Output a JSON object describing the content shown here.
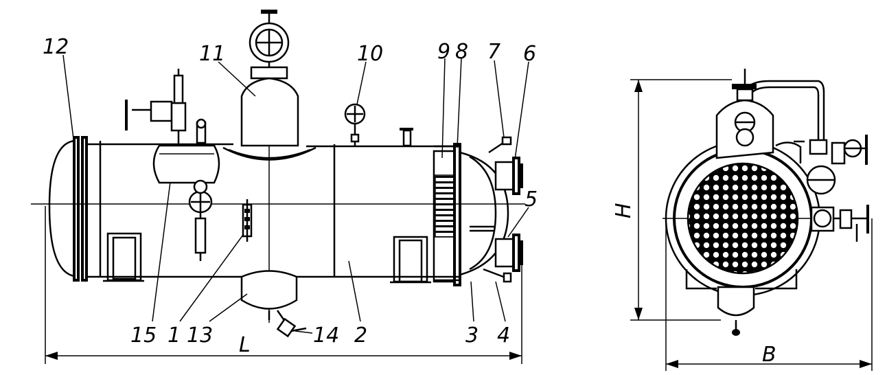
{
  "labels": {
    "n1": "1",
    "n2": "2",
    "n3": "3",
    "n4": "4",
    "n5": "5",
    "n6": "6",
    "n7": "7",
    "n8": "8",
    "n9": "9",
    "n10": "10",
    "n11": "11",
    "n12": "12",
    "n13": "13",
    "n14": "14",
    "n15": "15",
    "dimL": "L",
    "dimH": "H",
    "dimB": "B"
  }
}
